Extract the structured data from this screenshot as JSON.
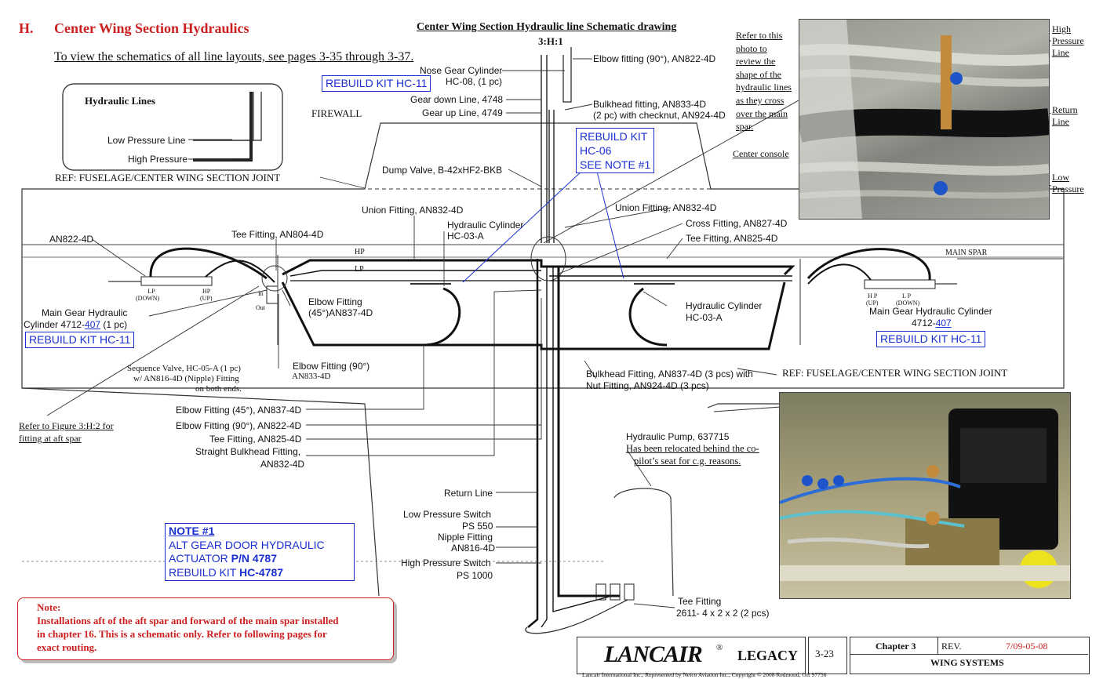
{
  "header": {
    "section_letter": "H.",
    "section_title": "Center Wing Section Hydraulics",
    "subtitle": "To view the schematics of all line layouts, see pages 3-35 through 3-37.",
    "drawing_title": "Center Wing Section Hydraulic line Schematic drawing",
    "drawing_number": "3:H:1"
  },
  "legend": {
    "title": "Hydraulic Lines",
    "low_pressure": "Low Pressure Line",
    "high_pressure": "High Pressure"
  },
  "labels": {
    "firewall": "FIREWALL",
    "ref_top": "REF:    FUSELAGE/CENTER WING SECTION JOINT",
    "ref_bottom": "REF:    FUSELAGE/CENTER WING SECTION JOINT",
    "main_spar": "MAIN SPAR",
    "hp": "HP",
    "lp": "LP",
    "nose_gear_1": "Nose Gear Cylinder",
    "nose_gear_2": "HC-08, (1 pc)",
    "gear_down": "Gear down Line, 4748",
    "gear_up": "Gear up Line, 4749",
    "elbow_top": "Elbow fitting (90°), AN822-4D",
    "bulkhead_top_1": "Bulkhead fitting, AN833-4D",
    "bulkhead_top_2": "(2 pc) with checknut, AN924-4D",
    "dump_valve": "Dump Valve, B-42xHF2-BKB",
    "union_left": "Union Fitting, AN832-4D",
    "union_right": "Union Fitting, AN832-4D",
    "hyd_cyl_left_1": "Hydraulic Cylinder",
    "hyd_cyl_left_2": "HC-03-A",
    "cross_fitting": "Cross Fitting, AN827-4D",
    "tee_right": "Tee Fitting, AN825-4D",
    "an822_left": "AN822-4D",
    "tee_left": "Tee Fitting, AN804-4D",
    "lp_down_l1": "LP",
    "lp_down_l2": "(DOWN)",
    "hp_up_l1": "HP",
    "hp_up_l2": "(UP)",
    "hp_up_r1": "H P",
    "hp_up_r2": "(UP)",
    "lp_down_r1": "L P",
    "lp_down_r2": "(DOWN)",
    "in": "In",
    "out": "Out",
    "main_gear_left_1": "Main Gear Hydraulic",
    "main_gear_left_2a": "Cylinder 4712-",
    "main_gear_left_2b": "407",
    "main_gear_left_2c": " (1 pc)",
    "elbow45_mid_1": "Elbow Fitting",
    "elbow45_mid_2": "(45°)AN837-4D",
    "hyd_cyl_right_1": "Hydraulic Cylinder",
    "hyd_cyl_right_2": "HC-03-A",
    "main_gear_right_1": "Main Gear Hydraulic Cylinder",
    "main_gear_right_2a": "4712-",
    "main_gear_right_2b": "407",
    "sequence_1": "Sequence Valve, HC-05-A (1 pc)",
    "sequence_2": "w/ AN816-4D (Nipple) Fitting",
    "sequence_3": "on both ends.",
    "elbow90_mid_1": "Elbow Fitting (90°)",
    "elbow90_mid_2": "AN833-4D",
    "bulkhead_mid_1": "Bulkhead Fitting, AN837-4D (3 pcs) with",
    "bulkhead_mid_2": "Nut Fitting, AN924-4D (3 pcs)",
    "refer_fig_1": "Refer to Figure 3:H:2 for",
    "refer_fig_2": "fitting at aft spar",
    "elbow45_list": "Elbow Fitting (45°), AN837-4D",
    "elbow90_list": "Elbow Fitting (90°), AN822-4D",
    "tee_list": "Tee Fitting, AN825-4D",
    "straight_1": "Straight Bulkhead Fitting,",
    "straight_2": "AN832-4D",
    "pump_1": "Hydraulic Pump, 637715",
    "pump_2": "Has been relocated behind the co-",
    "pump_3": "pilot’s seat for c.g. reasons.",
    "return_line": "Return Line",
    "low_switch_1": "Low Pressure Switch",
    "low_switch_2": "PS 550",
    "nipple_1": "Nipple Fitting",
    "nipple_2": "AN816-4D",
    "high_switch_1": "High Pressure Switch",
    "high_switch_2": "PS 1000",
    "tee_bottom_1": "Tee Fitting",
    "tee_bottom_2": "2611- 4 x 2 x 2 (2 pcs)",
    "refer_photo": [
      "Refer to this",
      "photo to",
      "review the",
      "shape of the",
      "hydraulic lines",
      "as they cross",
      "over the main",
      "spar."
    ],
    "center_console": "Center console",
    "high_pressure_line": [
      "High",
      "Pressure",
      "Line"
    ],
    "return_line_photo": [
      "Return",
      "Line"
    ],
    "low_pressure_photo": [
      "Low",
      "Pressure"
    ]
  },
  "kits": {
    "top": "REBUILD KIT HC-11",
    "hc06": [
      "REBUILD KIT",
      "HC-06",
      "SEE NOTE #1"
    ],
    "left": "REBUILD KIT HC-11",
    "right": "REBUILD KIT HC-11"
  },
  "note1": {
    "title": "NOTE #1",
    "line1": "ALT GEAR DOOR HYDRAULIC",
    "line2a": "ACTUATOR ",
    "line2b": "P/N 4787",
    "line3a": "REBUILD KIT ",
    "line3b": "HC-4787"
  },
  "note": {
    "title": "Note:",
    "lines": [
      "Installations aft of the aft spar and forward of the main spar installed",
      "in chapter 16. This is a schematic only. Refer to following pages for",
      "exact routing."
    ]
  },
  "footer": {
    "logo": "LANCAIR",
    "reg": "®",
    "model": "LEGACY",
    "page": "3-23",
    "chapter": "Chapter 3",
    "rev_label": "REV.",
    "rev_value": "7/09-05-08",
    "section": "WING SYSTEMS",
    "copyright": "Lancair  International  Inc.,  Represented by Neico Aviation  Inc., Copyright © 2008  Redmond,  OR  97756"
  },
  "colors": {
    "red": "#cc1f1f",
    "blue": "#1a2fd0"
  }
}
